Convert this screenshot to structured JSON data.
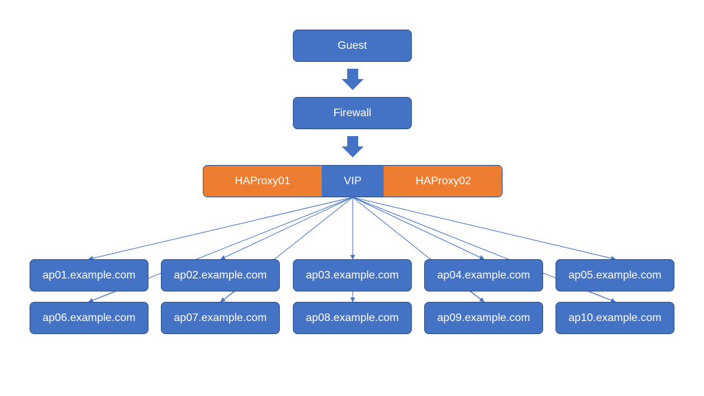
{
  "diagram": {
    "guest_label": "Guest",
    "firewall_label": "Firewall",
    "load_balancer": {
      "left_label": "HAProxy01",
      "center_label": "VIP",
      "right_label": "HAProxy02"
    },
    "servers_top": [
      "ap01.example.com",
      "ap02.example.com",
      "ap03.example.com",
      "ap04.example.com",
      "ap05.example.com"
    ],
    "servers_bottom": [
      "ap06.example.com",
      "ap07.example.com",
      "ap08.example.com",
      "ap09.example.com",
      "ap10.example.com"
    ],
    "colors": {
      "node_fill": "#4472c4",
      "node_border": "#2f528f",
      "proxy_fill": "#ed7d31",
      "text": "#ffffff"
    }
  }
}
